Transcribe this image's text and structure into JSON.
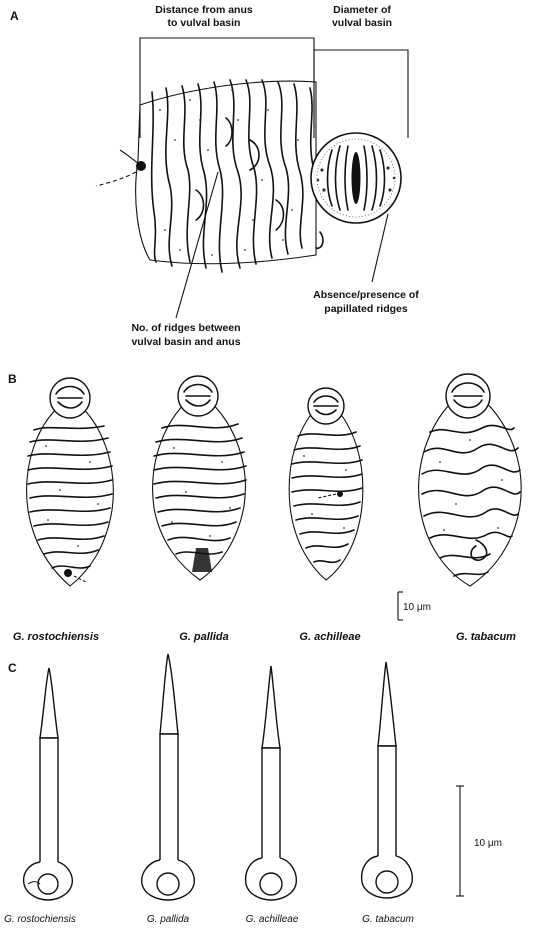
{
  "panels": {
    "a": "A",
    "b": "B",
    "c": "C"
  },
  "annotations": {
    "distance_line1": "Distance from anus",
    "distance_line2": "to vulval basin",
    "diameter_line1": "Diameter of",
    "diameter_line2": "vulval basin",
    "ridges_line1": "No. of ridges between",
    "ridges_line2": "vulval basin and anus",
    "papillated_line1": "Absence/presence of",
    "papillated_line2": "papillated ridges"
  },
  "species_b": [
    "G. rostochiensis",
    "G. pallida",
    "G. achilleae",
    "G. tabacum"
  ],
  "species_c": [
    "G. rostochiensis",
    "G. pallida",
    "G. achilleae",
    "G. tabacum"
  ],
  "scale_b": "10 μm",
  "scale_c": "10 μm"
}
